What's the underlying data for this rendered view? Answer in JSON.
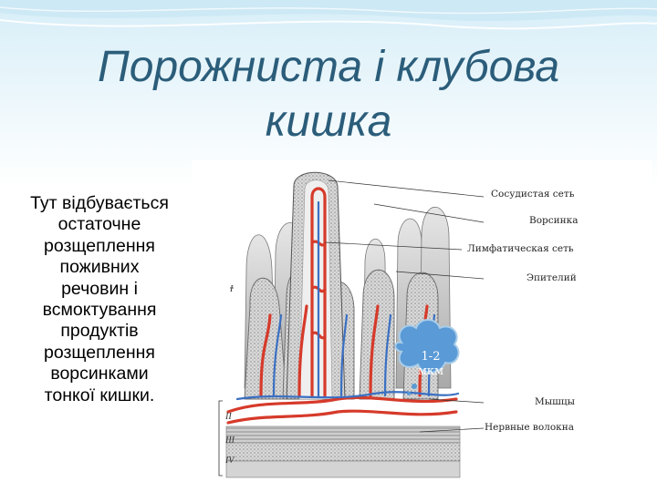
{
  "slide": {
    "title_line1": "Порожниста і клубова",
    "title_line2": "кишка",
    "body_lines": [
      "Тут відбувається",
      "остаточне",
      "розщеплення",
      "поживних",
      "речовин і",
      "всмоктування",
      "продуктів",
      "розщеплення",
      "ворсинками",
      "тонкої кишки."
    ],
    "title_color": "#2b5d7a"
  },
  "figure": {
    "labels": [
      "Сосудистая сеть",
      "Ворсинка",
      "Лимфатическая сеть",
      "Эпителий",
      "Мышцы",
      "Нервные волокна"
    ],
    "layer_numerals": [
      "I",
      "II",
      "III",
      "IV"
    ],
    "callout_line1": "1-2",
    "callout_line2": "мкм",
    "colors": {
      "vessels": "#d63a2a",
      "lymph": "#3a6fc2",
      "tissue": "#bdbdbd",
      "callout": "#5a9ad6"
    }
  }
}
